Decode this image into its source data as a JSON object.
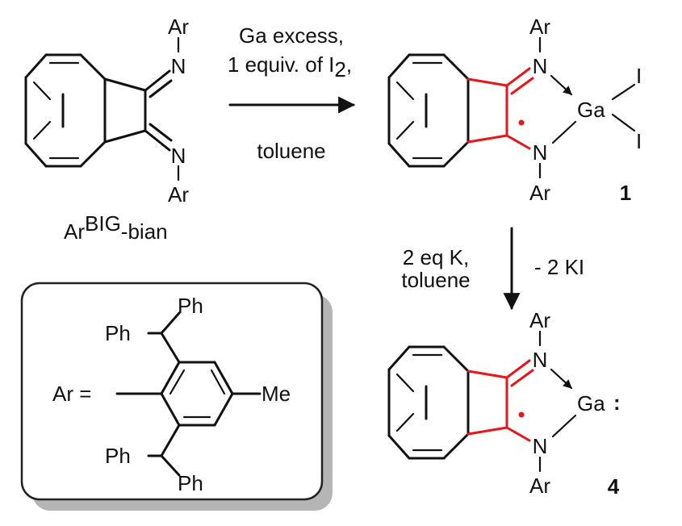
{
  "colors": {
    "ink": "#111111",
    "radical": "#e8151b",
    "box_border": "#222222",
    "box_shadow": "#b5b5b5"
  },
  "ligand": {
    "ar_top": "Ar",
    "n_top": "N",
    "n_bottom": "N",
    "ar_bottom": "Ar",
    "name_main": "Ar",
    "name_sup": "BIG",
    "name_tail": "-bian"
  },
  "step1": {
    "line1": "Ga excess,",
    "line2a": "1 equiv. of I",
    "line2_sub": "2",
    "line2b": ",",
    "below": "toluene"
  },
  "compound1": {
    "ar_top": "Ar",
    "n_top": "N",
    "n_bottom": "N",
    "ar_bottom": "Ar",
    "ga": "Ga",
    "i_top": "I",
    "i_bottom": "I",
    "number": "1"
  },
  "step2": {
    "left_line1": "2 eq K,",
    "left_line2": "toluene",
    "right": "- 2 KI"
  },
  "compound4": {
    "ar_top": "Ar",
    "n_top": "N",
    "n_bottom": "N",
    "ar_bottom": "Ar",
    "ga": "Ga",
    "lone_pair": ":",
    "number": "4"
  },
  "ar_definition": {
    "lhs": "Ar =",
    "ph1": "Ph",
    "ph2": "Ph",
    "ph3": "Ph",
    "ph4": "Ph",
    "me": "Me"
  }
}
